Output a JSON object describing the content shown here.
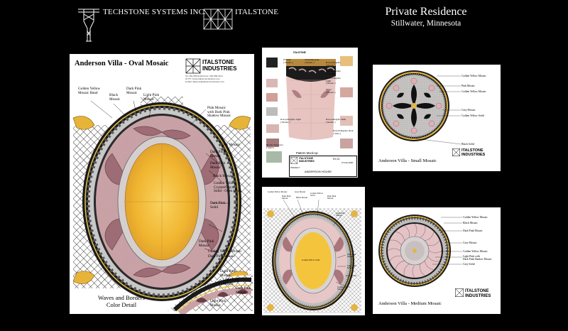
{
  "header": {
    "brand_left": "TECHSTONE SYSTEMS INC.",
    "brand_right": "ITALSTONE",
    "title": "Private Residence",
    "subtitle": "Stillwater, Minnesota"
  },
  "brand_block": {
    "line1": "ITALSTONE",
    "line2": "INDUSTRIES",
    "contact1": "Tel: 281-689-9122/4   Fax: 281-689-9121",
    "contact2": "HTTP: //www.italstoneindustries.com",
    "contact3": "E-Mail: italstone@italstoneindustries.com"
  },
  "oval_sheet": {
    "title": "Anderson Villa - Oval Mosaic",
    "labels": {
      "golden_band": "Golden Yellow\nMosaic Band",
      "black": "Black\nMosaic",
      "dark_pink_top": "Dark Pink\nMosaic",
      "light_pink": "Light Pink\nMosaic",
      "pink_shadow": "Pink Mosaic\nwith Dark Pink\nShadow Mosaic",
      "grey": "Grey Mosaic",
      "dark_pink_1": "Dark Pink\nMosaic",
      "dark_pink_2": "Dark Pink\nMosaic",
      "black_mosaic": "Black Mosaic",
      "golden_onyx": "Golden Yellow\nCrystal/Onyx\nSolid - Open Book",
      "dark_pink_solid": "Dark Pink\nSolid",
      "detail_dark_pink": "Dark Pink\nMosaic",
      "detail_golden": "Golden Yellow Mosaic",
      "detail_dark_pink2": "Dark Pink Mosaic",
      "detail_light_pink": "Light Pink\nMosaic",
      "detail_light_pink2": "Light Pink\nMosaic",
      "detail_dark_pink3": "Dark Pink\nMosaic",
      "detail_light_pink3": "Light Pink\nMosaic"
    },
    "detail_caption": "Waves and Borders\nColor Detail"
  },
  "mockup_sheet": {
    "caption": "Pattern Mock-up",
    "labels": {
      "l1": "Pictures\n( Mosaic )",
      "l2": "Travertine gold\n( Mosaic )",
      "l3": "Rosa pellegrino\n( Mosaic )",
      "l4": "Rosa Pellegrino\n( Mosaic )",
      "l5": "Rosa Pellegrino\nLight\n( Mosaic )",
      "l6": "Onice\n( Mosaic )",
      "l7": "Rosa pellegrino Light\n( Mosaic )",
      "l8": "Rosa pellegrino Dark\n( Mosaic )",
      "l9": "Bronze Tarracotta\n( Solid )",
      "l10": "Rosa Pellegrino Dark\n( Solid )"
    },
    "sheet_no": "EX-01",
    "project_label": "PROJECT",
    "project": "ANDERSON HOUSE",
    "date": "07-Feb-2006"
  },
  "small_sheet": {
    "labels": {
      "golden": "Golden Yellow Mosaic",
      "pink": "Pink Mosaic",
      "golden2": "Golden Yellow Mosaic",
      "grey": "Grey Mosaic",
      "golden_solid": "Golden Yellow Solid",
      "black_solid": "Black Solid"
    },
    "caption": "Anderson Villa - Small Mosaic"
  },
  "oval_small_sheet": {
    "labels": {
      "a": "Golden Yellow Mosaic",
      "b": "Dark Pink\nMosaic",
      "c": "Grey Mosaic",
      "d": "Black Mosaic",
      "e": "Golden Yellow\nSolid",
      "f": "Dark Pink\nMosaic",
      "g": "Light Pink\nMosaic",
      "h": "Golden Yellow Solid",
      "i": "Dark Pink\nMosaic",
      "j": "Light Pink\nMosaic",
      "k": "Grey Mosaic",
      "l": "Golden Yellow\nMosaic"
    }
  },
  "medium_sheet": {
    "labels": {
      "a": "Golden Yellow Mosaic",
      "b": "Black Mosaic",
      "c": "Dark Pink Mosaic",
      "d": "Grey Mosaic",
      "e": "Golden Yellow Mosaic",
      "f": "Light Pink with\nDark Pink Shadow Mosaic",
      "g": "Grey Solid"
    },
    "caption": "Anderson Villa - Medium Mosaic"
  }
}
